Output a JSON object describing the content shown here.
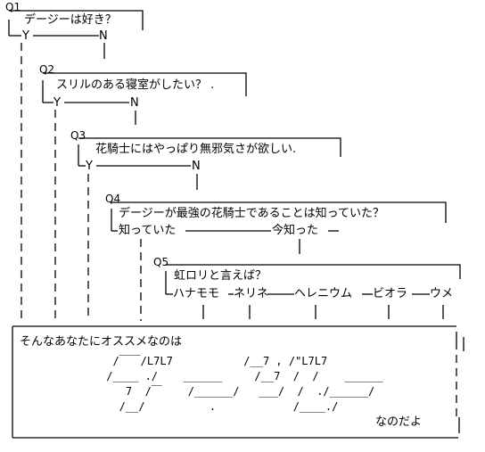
{
  "questions": [
    {
      "id": "Q1",
      "text": "デージーは好き？",
      "yes": "Y",
      "no": "N"
    },
    {
      "id": "Q2",
      "text": "スリルのある寝室がしたい？ .",
      "yes": "Y",
      "no": "N"
    },
    {
      "id": "Q3",
      "text": "花騎士にはやっぱり無邪気さが欲しい.",
      "yes": "Y",
      "no": "N"
    },
    {
      "id": "Q4",
      "text": "デージーが最強の花騎士であることは知っていた？",
      "yes": "知っていた",
      "no": "今知った"
    },
    {
      "id": "Q5",
      "text": "虹ロリと言えば？",
      "options": [
        "ハナモモ",
        "ネリネ",
        "ヘレニウム",
        "ビオラ",
        "ウメ"
      ]
    }
  ],
  "result": {
    "intro": "そんなあなたにオススメなのは",
    "art": [
      "  /￣￣/L7L7           /__7 , /\"L7L7",
      " /____ ./    ______     /__7  /  /    ______",
      "    7  /￣    /______/   ___/  /  ./______/",
      "   /__/          .            /____./"
    ],
    "outro": "なのだよ"
  }
}
